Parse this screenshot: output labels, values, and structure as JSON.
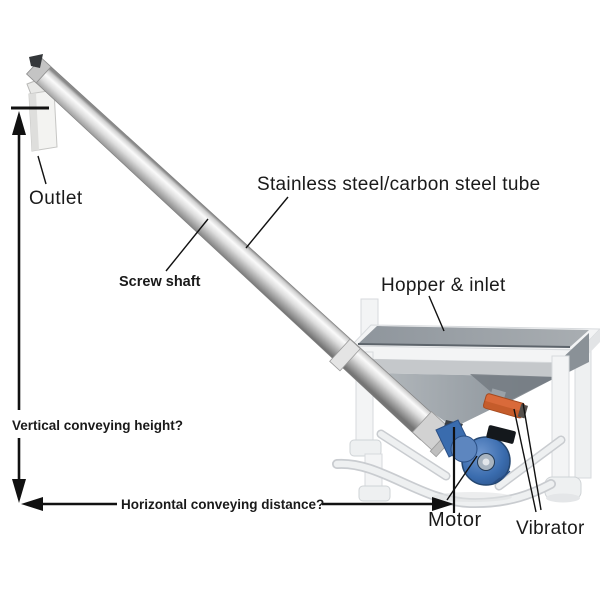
{
  "labels": {
    "outlet": "Outlet",
    "screw_shaft": "Screw shaft",
    "tube": "Stainless steel/carbon steel tube",
    "hopper": "Hopper & inlet",
    "motor": "Motor",
    "vibrator": "Vibrator"
  },
  "dimensions": {
    "vertical": "Vertical conveying height?",
    "horizontal": "Horizontal conveying distance?"
  },
  "colors": {
    "line": "#111111",
    "text": "#1a1a1a",
    "tube_highlight": "#fafafa",
    "tube_shadow": "#757575",
    "hopper_top_gray": "#98a0a6",
    "hopper_cone_gray": "#9aa0a5",
    "frame_white": "#f3f4f5",
    "motor_blue": "#3a6cae",
    "motor_blue_dark": "#27497c",
    "vibrator_orange": "#d96a3a"
  }
}
